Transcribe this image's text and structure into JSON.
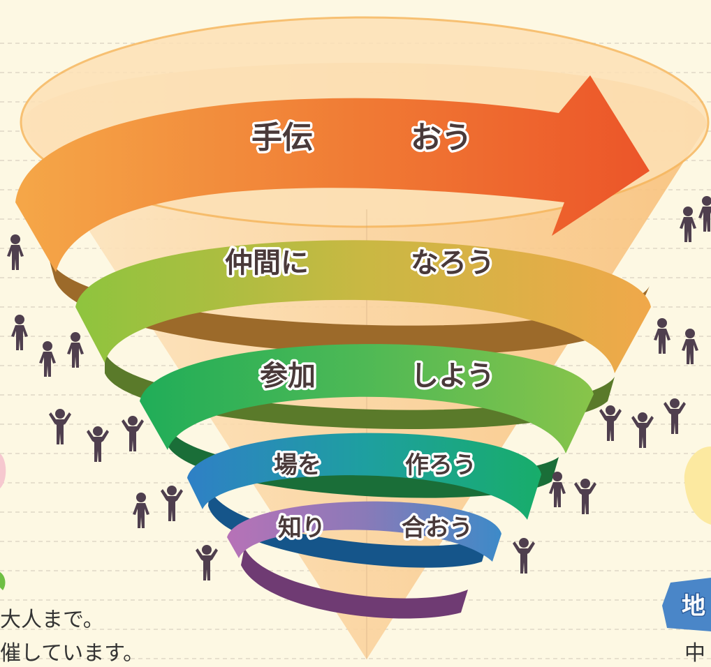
{
  "funnel": {
    "levels": [
      {
        "left": "手伝",
        "right": "おう",
        "color_start": "#f39a3a",
        "color_end": "#ee5a2c"
      },
      {
        "left": "仲間に",
        "right": "なろう",
        "color_start": "#8bc43d",
        "color_end": "#f0a646"
      },
      {
        "left": "参加",
        "right": "しよう",
        "color_start": "#2bb04a",
        "color_end": "#7fc24a"
      },
      {
        "left": "場を",
        "right": "作ろう",
        "color_start": "#2a85c4",
        "color_end": "#1fae6a"
      },
      {
        "left": "知り",
        "right": "合おう",
        "color_start": "#b472b8",
        "color_end": "#3c88c8"
      }
    ]
  },
  "left_text": {
    "line1": "大人まで。",
    "line2": "催しています。"
  },
  "right_badge": {
    "text": "地",
    "color": "#4a86c8"
  },
  "right_text": {
    "line1": "中"
  },
  "colors": {
    "background": "#fdf8e3",
    "person": "#4f3f4e",
    "cone_top": "#fde3b8",
    "cone_bottom": "#f8c27a"
  }
}
